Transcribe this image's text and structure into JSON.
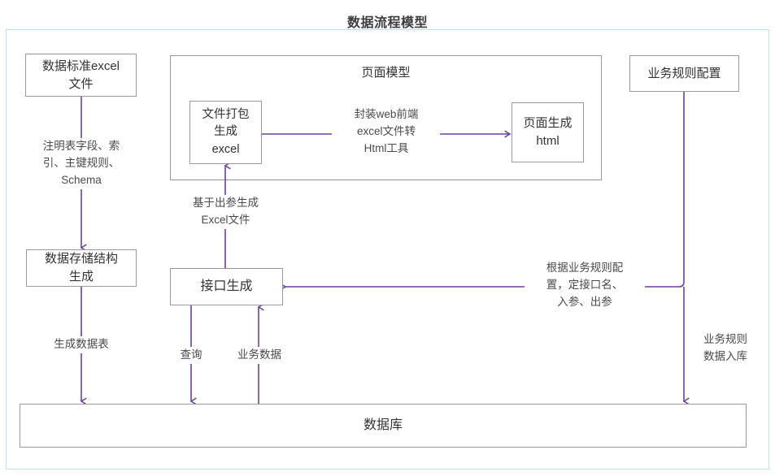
{
  "diagram": {
    "title": "数据流程模型",
    "accent_color": "#6b3fa0",
    "frame_color": "#bfe1f2",
    "node_border_color": "#9a9a9a"
  },
  "nodes": {
    "data_standard_excel": "数据标准excel\n文件",
    "data_storage_structure": "数据存储结构\n生成",
    "interface_generation": "接口生成",
    "file_package_excel": "文件打包\n生成\nexcel",
    "page_generate_html": "页面生成\nhtml",
    "business_rule_config": "业务规则配置",
    "database": "数据库"
  },
  "groups": {
    "page_model": "页面模型"
  },
  "edge_labels": {
    "schema_rules": "注明表字段、索\n引、主键规则、\nSchema",
    "generate_tables": "生成数据表",
    "based_on_output_excel": "基于出参生成\nExcel文件",
    "query": "查询",
    "business_data": "业务数据",
    "web_excel_to_html_tool": "封装web前端\nexcel文件转\nHtml工具",
    "by_business_rule_config": "根据业务规则配\n置，定接口名、\n入参、出参",
    "business_rule_data_store": "业务规则\n数据入库"
  }
}
